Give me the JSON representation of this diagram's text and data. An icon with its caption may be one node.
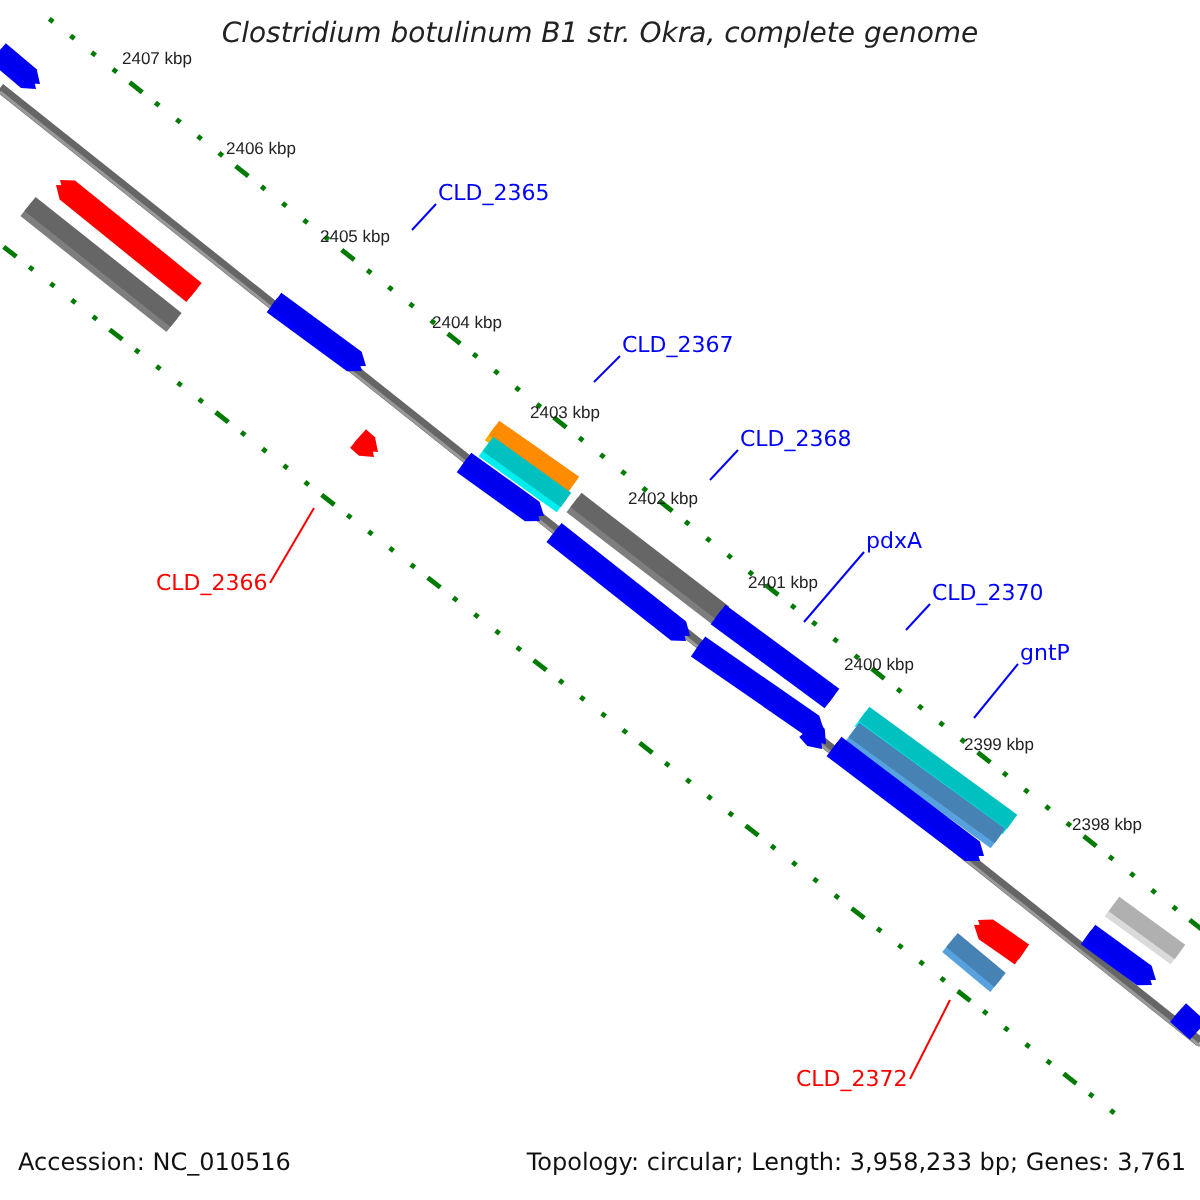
{
  "diagram": {
    "title": "Clostridium botulinum B1 str. Okra, complete genome",
    "nodes": [
      {
        "text": [
          "CLD_2365"
        ]
      },
      {
        "text": [
          "CLD_2366"
        ]
      },
      {
        "text": [
          "CLD_2367"
        ]
      },
      {
        "text": [
          "CLD_2368"
        ]
      },
      {
        "text": [
          "pdxA"
        ]
      },
      {
        "text": [
          "CLD_2370"
        ]
      },
      {
        "text": [
          "gntP"
        ]
      },
      {
        "text": [
          "CLD_2372"
        ]
      }
    ],
    "edges": [
      {
        "from": 0,
        "to": null,
        "arrow": "none"
      },
      {
        "from": 1,
        "to": null,
        "arrow": "none",
        "color": "#ff0000"
      },
      {
        "from": 2,
        "to": null,
        "arrow": "none"
      },
      {
        "from": 3,
        "to": null,
        "arrow": "none"
      },
      {
        "from": 4,
        "to": null,
        "arrow": "none"
      },
      {
        "from": 5,
        "to": null,
        "arrow": "none"
      },
      {
        "from": 6,
        "to": null,
        "arrow": "none"
      },
      {
        "from": 7,
        "to": null,
        "arrow": "none",
        "color": "#ff0000"
      }
    ],
    "labels": [
      "2407 kbp",
      "2406 kbp",
      "2405 kbp",
      "2404 kbp",
      "2403 kbp",
      "2402 kbp",
      "2401 kbp",
      "2400 kbp",
      "2399 kbp",
      "2398 kbp",
      "Accession: NC_010516",
      "Topology: circular; Length: 3,958,233 bp; Genes: 3,761"
    ]
  }
}
